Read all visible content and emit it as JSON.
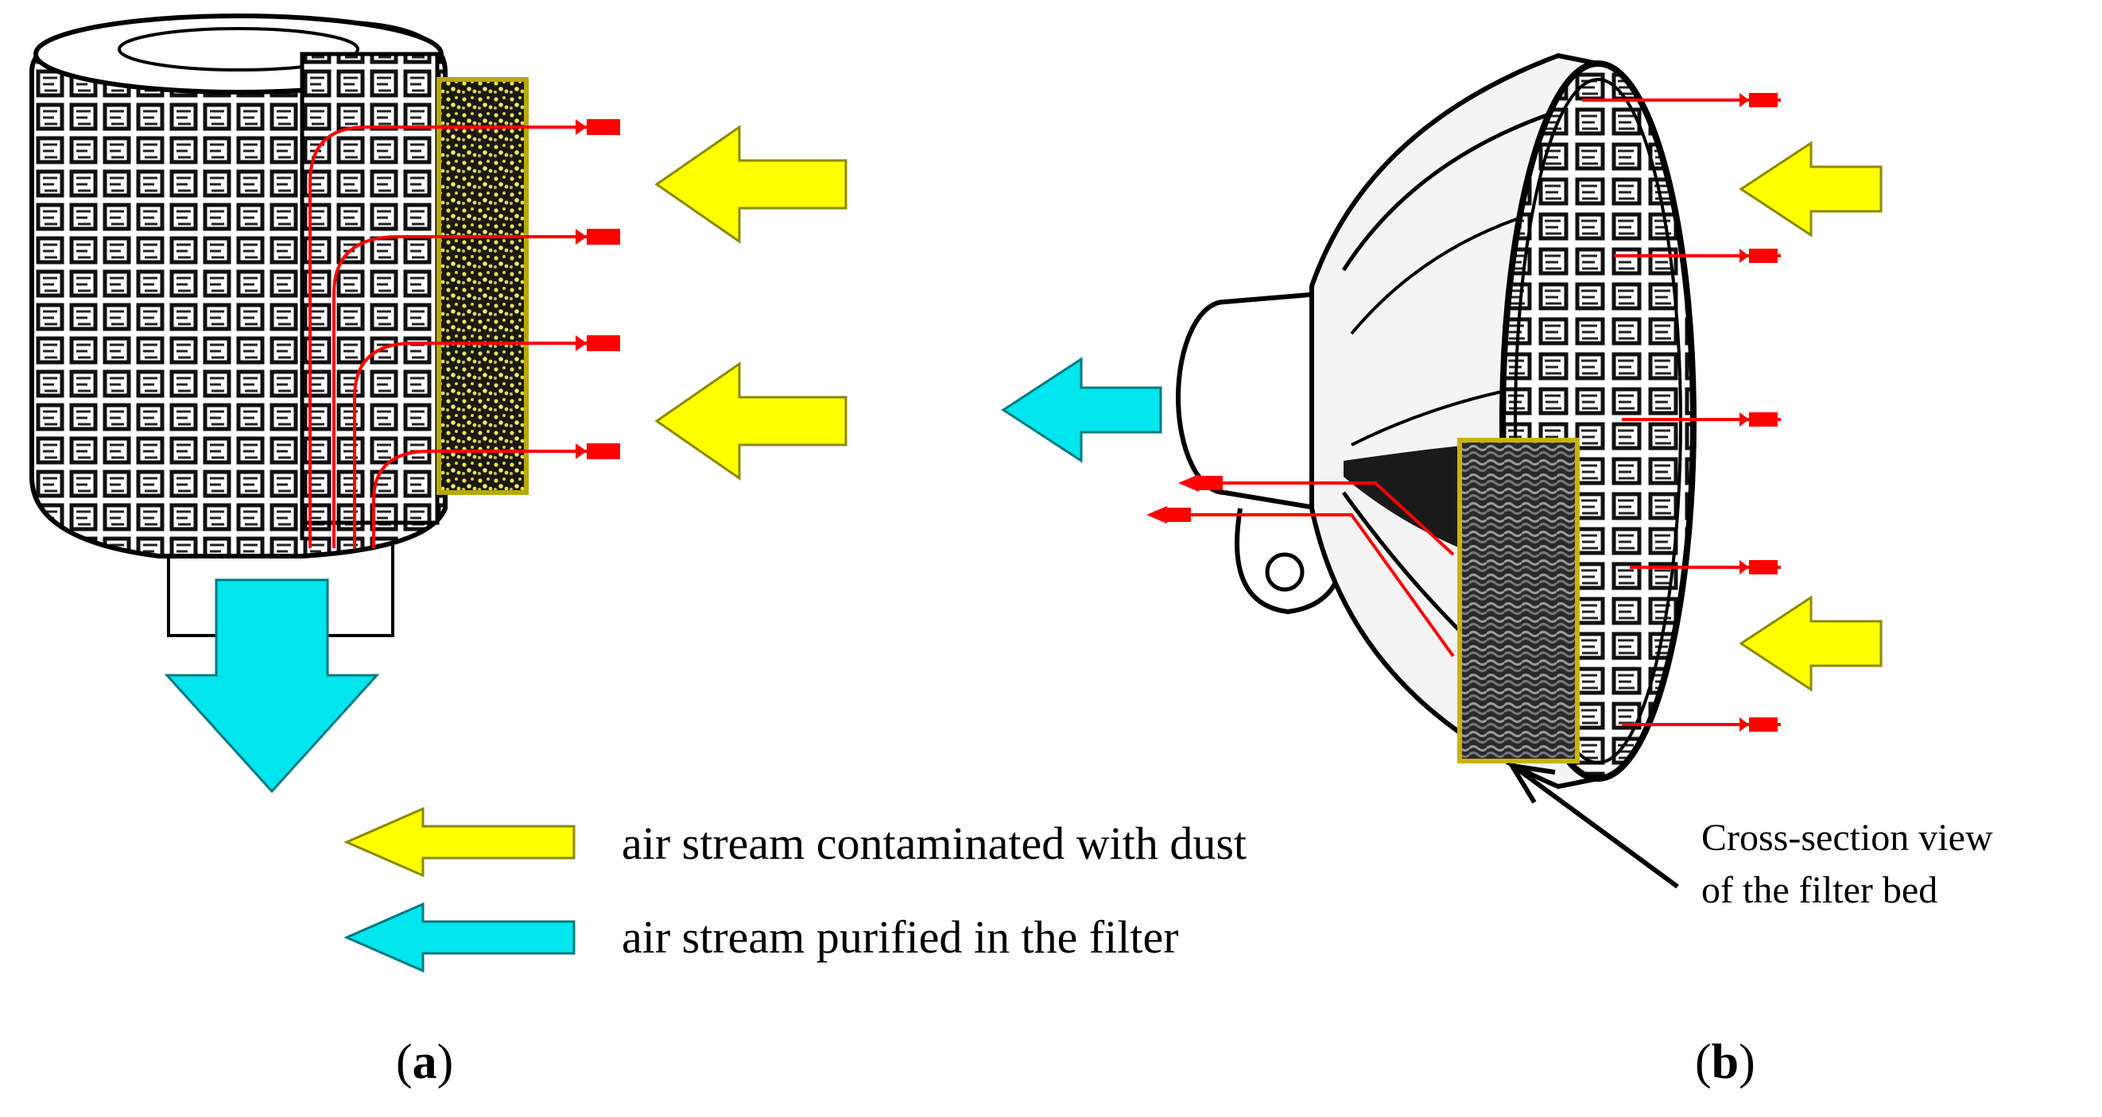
{
  "legend": {
    "contaminated": "air stream contaminated with dust",
    "purified": "air stream purified in the filter"
  },
  "annotation": {
    "line1": "Cross-section view",
    "line2": "of the filter bed"
  },
  "panels": {
    "a": {
      "open": "(",
      "letter": "a",
      "close": ")"
    },
    "b": {
      "open": "(",
      "letter": "b",
      "close": ")"
    }
  },
  "colors": {
    "contaminated_arrow": "#ffff00",
    "purified_arrow": "#00e5ee",
    "flow_line": "#ff0000",
    "filter_outline": "#b8a800"
  }
}
